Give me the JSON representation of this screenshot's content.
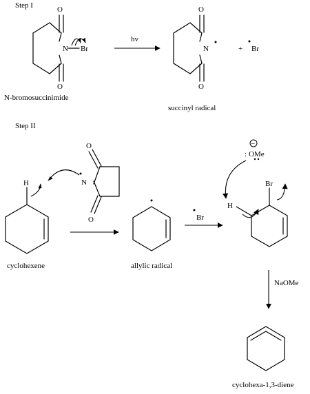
{
  "steps": {
    "step1": "Step I",
    "step2": "Step II"
  },
  "atoms": {
    "O": "O",
    "N": "N",
    "Br": "Br",
    "H": "H",
    "OMe": "OMe",
    "lone_pair": ":",
    "minus": "−"
  },
  "labels": {
    "nbs": "N-bromosuccinimide",
    "succinyl": "succinyl radical",
    "cyclohexene": "cyclohexene",
    "allylic": "allylic radical",
    "diene": "cyclohexa-1,3-diene"
  },
  "conditions": {
    "hv": "hv",
    "plus": "+",
    "naome": "NaOMe"
  }
}
